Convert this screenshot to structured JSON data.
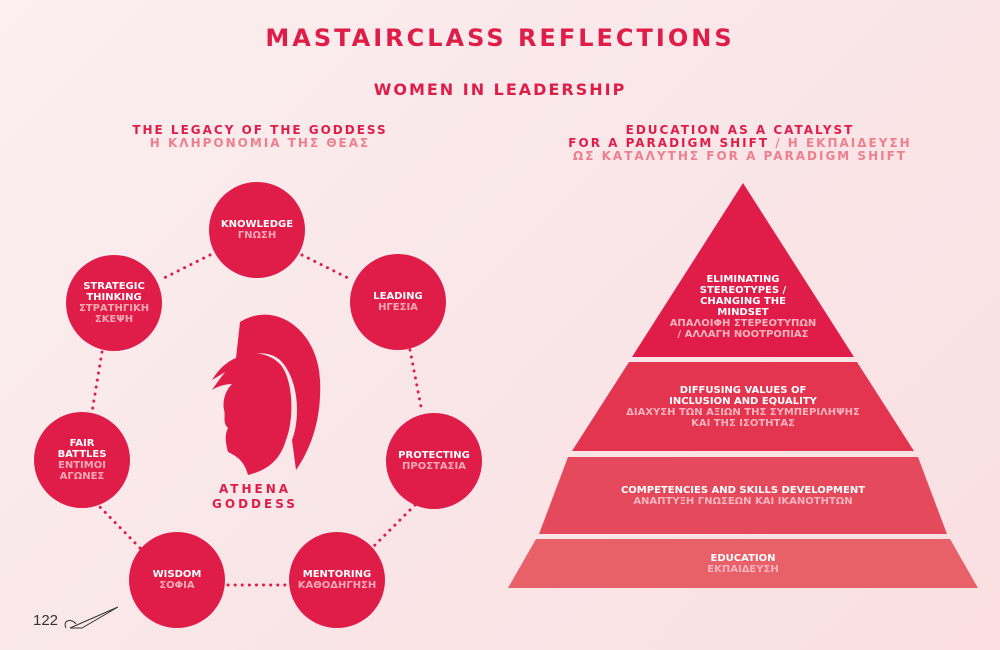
{
  "header": {
    "title": "MASTAIRCLASS REFLECTIONS",
    "subtitle": "WOMEN IN LEADERSHIP"
  },
  "left": {
    "heading_en": "THE LEGACY OF THE GODDESS",
    "heading_gr": "Η ΚΛΗΡΟΝΟΜΙΑ ΤΗΣ ΘΕΑΣ",
    "center_line1": "ATHENA",
    "center_line2": "GODDESS",
    "circles": [
      {
        "en": "KNOWLEDGE",
        "gr": "ΓΝΩΣΗ"
      },
      {
        "en": "LEADING",
        "gr": "ΗΓΕΣΙΑ"
      },
      {
        "en": "PROTECTING",
        "gr": "ΠΡΟΣΤΑΣΙΑ"
      },
      {
        "en": "MENTORING",
        "gr": "ΚΑΘΟΔΗΓΗΣΗ"
      },
      {
        "en": "WISDOM",
        "gr": "ΣΟΦΙΑ"
      },
      {
        "en": "FAIR BATTLES",
        "gr": "ΕΝΤΙΜΟΙ ΑΓΩΝΕΣ"
      },
      {
        "en": "STRATEGIC THINKING",
        "gr": "ΣΤΡΑΤΗΓΙΚΗ ΣΚΕΨΗ"
      }
    ]
  },
  "right": {
    "heading_line1": "EDUCATION AS A CATALYST",
    "heading_line2_en": "FOR A PARADIGM SHIFT",
    "heading_line2_gr": " / Η ΕΚΠΑΙΔΕΥΣΗ",
    "heading_line3": "ΩΣ ΚΑΤΑΛΥΤΗΣ FOR A PARADIGM SHIFT",
    "tiers": [
      {
        "en": "ELIMINATING STEREOTYPES / CHANGING THE MINDSET",
        "gr": "ΑΠΑΛΟΙΦΗ ΣΤΕΡΕΟΤΥΠΩΝ / ΑΛΛΑΓΗ ΝΟΟΤΡΟΠΙΑΣ"
      },
      {
        "en": "DIFFUSING VALUES OF INCLUSION AND EQUALITY",
        "gr": "ΔΙΑΧΥΣΗ ΤΩΝ ΑΞΙΩΝ ΤΗΣ ΣΥΜΠΕΡΙΛΗΨΗΣ ΚΑΙ ΤΗΣ ΙΣΟΤΗΤΑΣ"
      },
      {
        "en": "COMPETENCIES AND SKILLS DEVELOPMENT",
        "gr": "ΑΝΑΠΤΥΞΗ ΓΝΩΣΕΩΝ ΚΑΙ ΙΚΑΝΟΤΗΤΩΝ"
      },
      {
        "en": "EDUCATION",
        "gr": "ΕΚΠΑΙΔΕΥΣΗ"
      }
    ]
  },
  "footer": {
    "page_number": "122"
  },
  "colors": {
    "primary": "#e01c48",
    "tier1": "#e01c48",
    "tier2": "#e3354f",
    "tier3": "#e54a5c",
    "tier4": "#e86068"
  }
}
